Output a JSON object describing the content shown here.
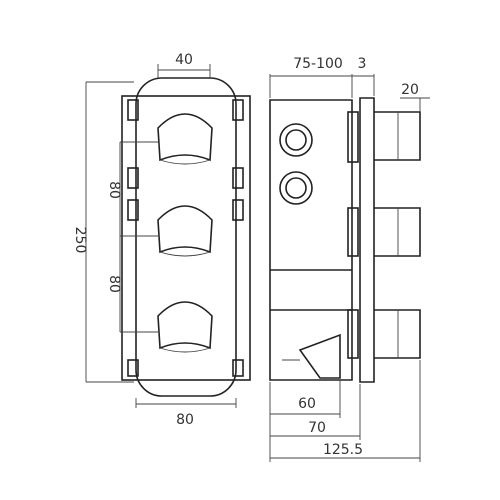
{
  "diagram": {
    "line_color": "#222222",
    "dimensions": {
      "front_top_width": "40",
      "front_bottom_width": "80",
      "front_overall_height": "250",
      "front_spacing_upper": "80",
      "front_spacing_lower": "80",
      "side_depth_range": "75-100",
      "side_plate_thickness": "3",
      "side_handle_projection": "20",
      "side_depth_60": "60",
      "side_depth_70": "70",
      "side_overall": "125.5"
    }
  }
}
